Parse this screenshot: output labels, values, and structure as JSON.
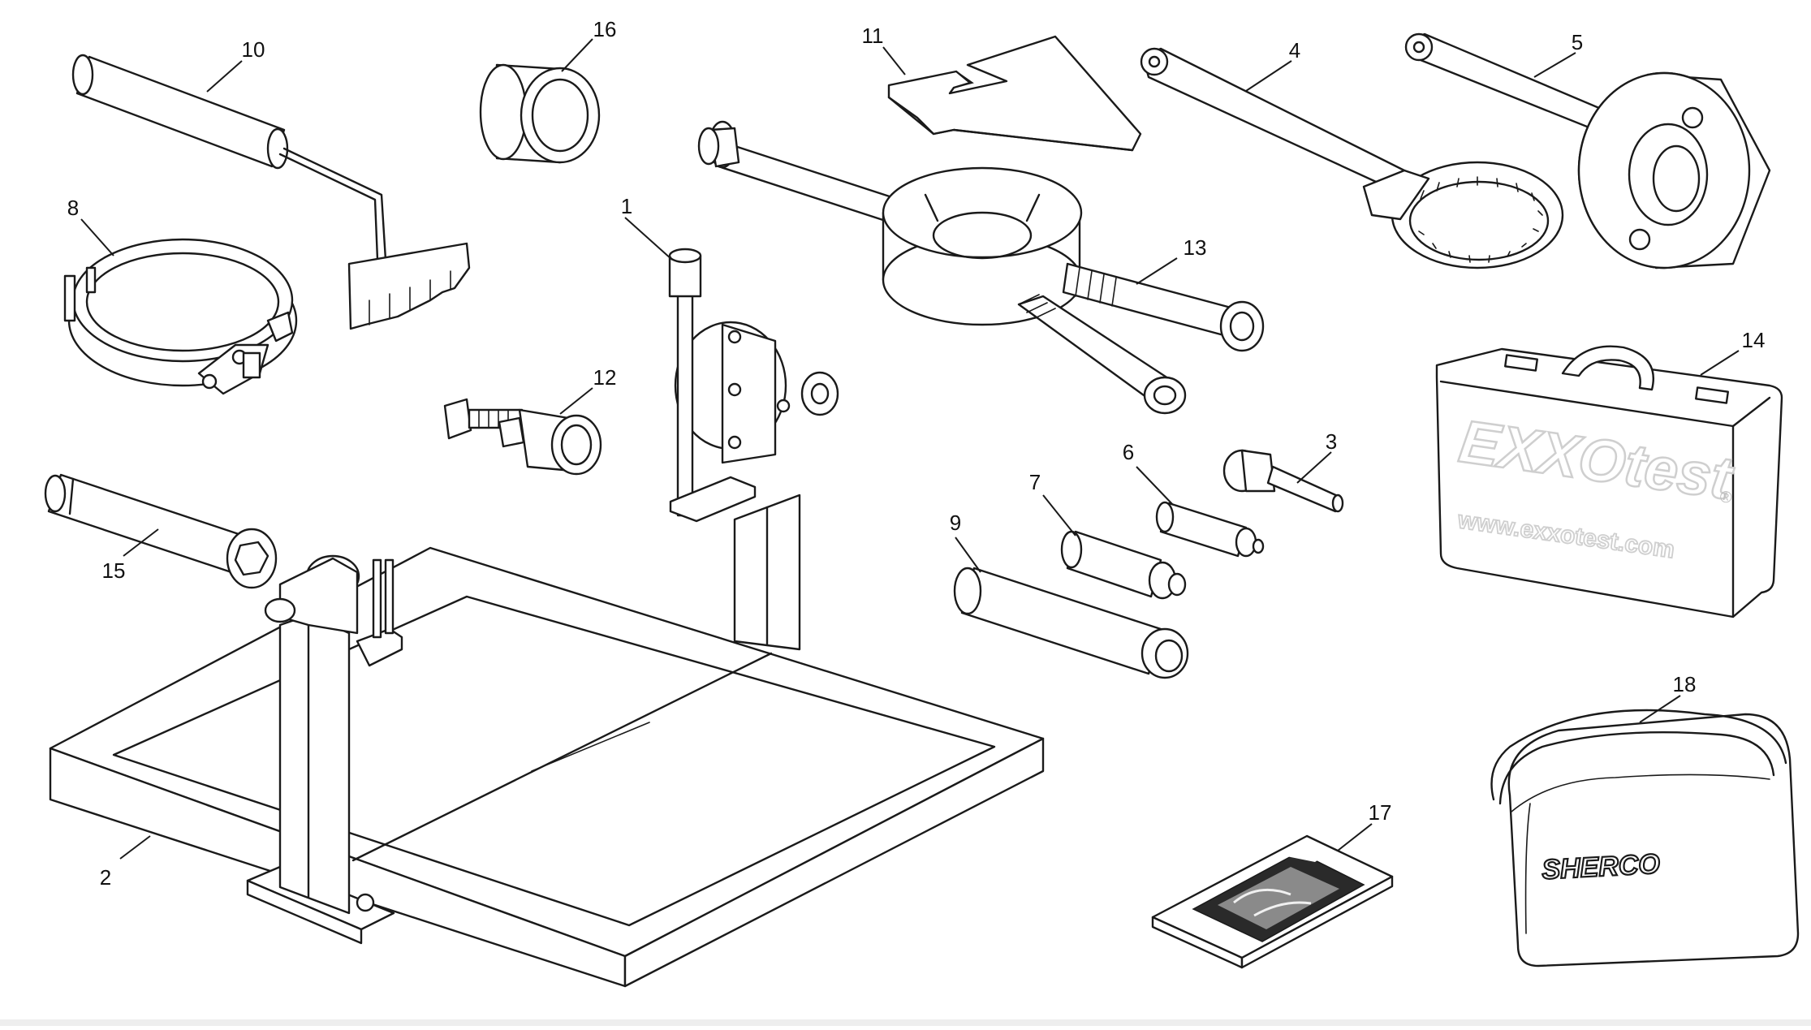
{
  "callouts": {
    "c1": "1",
    "c2": "2",
    "c3": "3",
    "c4": "4",
    "c5": "5",
    "c6": "6",
    "c7": "7",
    "c8": "8",
    "c9": "9",
    "c10": "10",
    "c11": "11",
    "c12": "12",
    "c13": "13",
    "c14": "14",
    "c15": "15",
    "c16": "16",
    "c17": "17",
    "c18": "18"
  },
  "case_brand": {
    "logo_text": "EXXOtest",
    "registered_mark": "®",
    "url": "www.exxotest.com"
  },
  "bag_brand": {
    "logo_text": "SHERCO"
  },
  "manual_brand": {
    "logo_text": "SHERCO"
  },
  "colors": {
    "line": "#1a1a1a",
    "background": "#ffffff",
    "logo_grey": "#d6d6d6"
  }
}
